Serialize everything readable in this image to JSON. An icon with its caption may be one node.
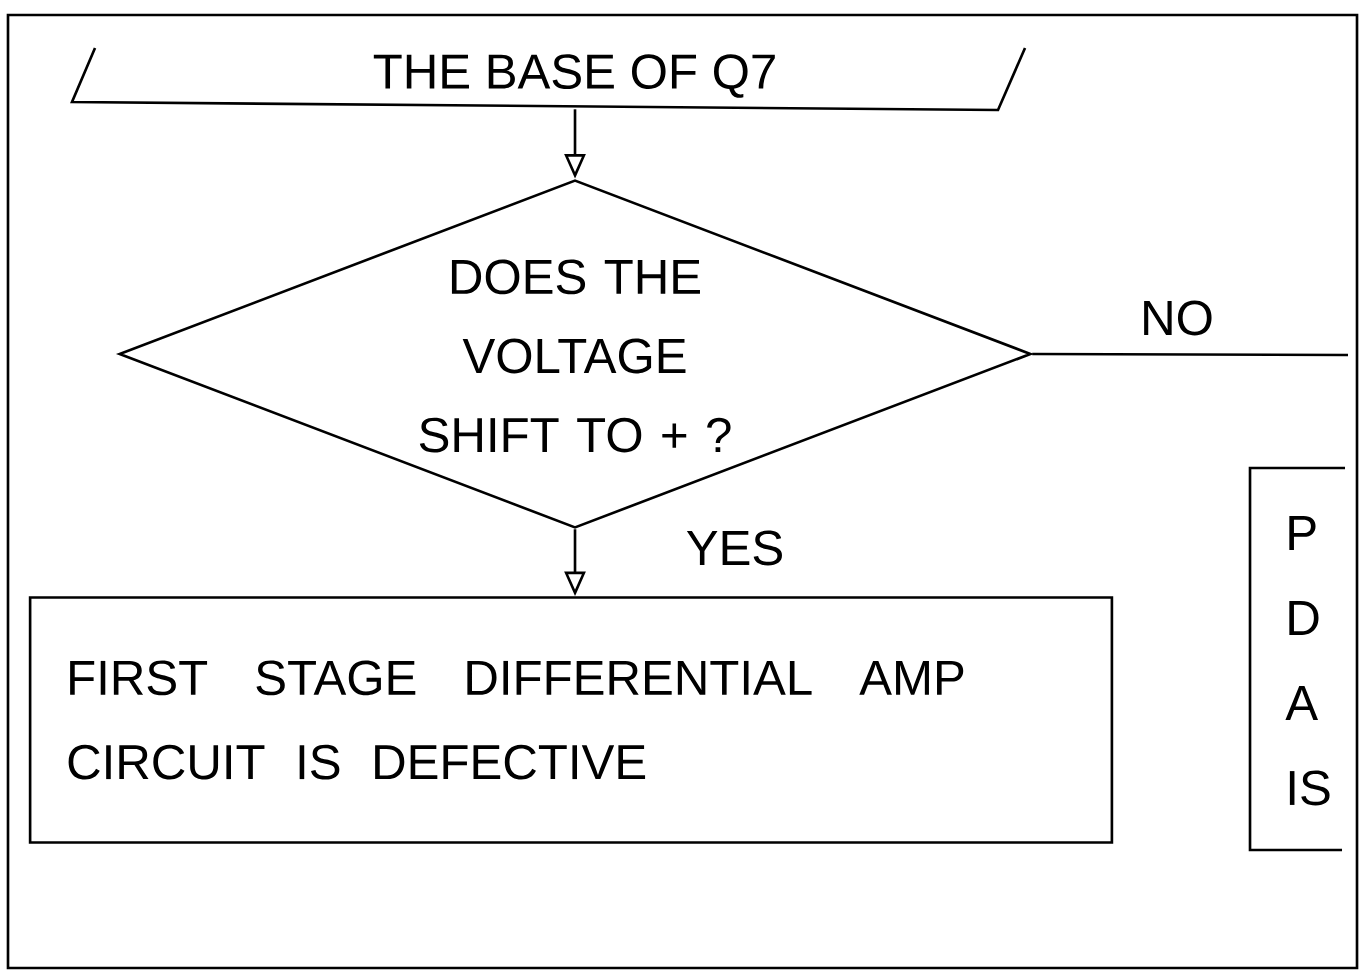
{
  "diagram": {
    "nodes": [
      {
        "text": [
          "THE BASE OF Q7"
        ]
      },
      {
        "text": [
          "DOES THE VOLTAGE SHIFT TO + ?"
        ]
      },
      {
        "text": [
          "FIRST STAGE DIFFERENTIAL AMP CIRCUIT IS DEFECTIVE"
        ]
      },
      {
        "text": [
          "P",
          "D",
          "A",
          "IS"
        ]
      }
    ],
    "edges": [
      {
        "from": 0,
        "to": 1,
        "arrow": "to"
      },
      {
        "from": 1,
        "to": 2,
        "arrow": "to",
        "label": "YES"
      },
      {
        "from": 1,
        "to": null,
        "arrow": "none",
        "label": "NO"
      }
    ]
  }
}
